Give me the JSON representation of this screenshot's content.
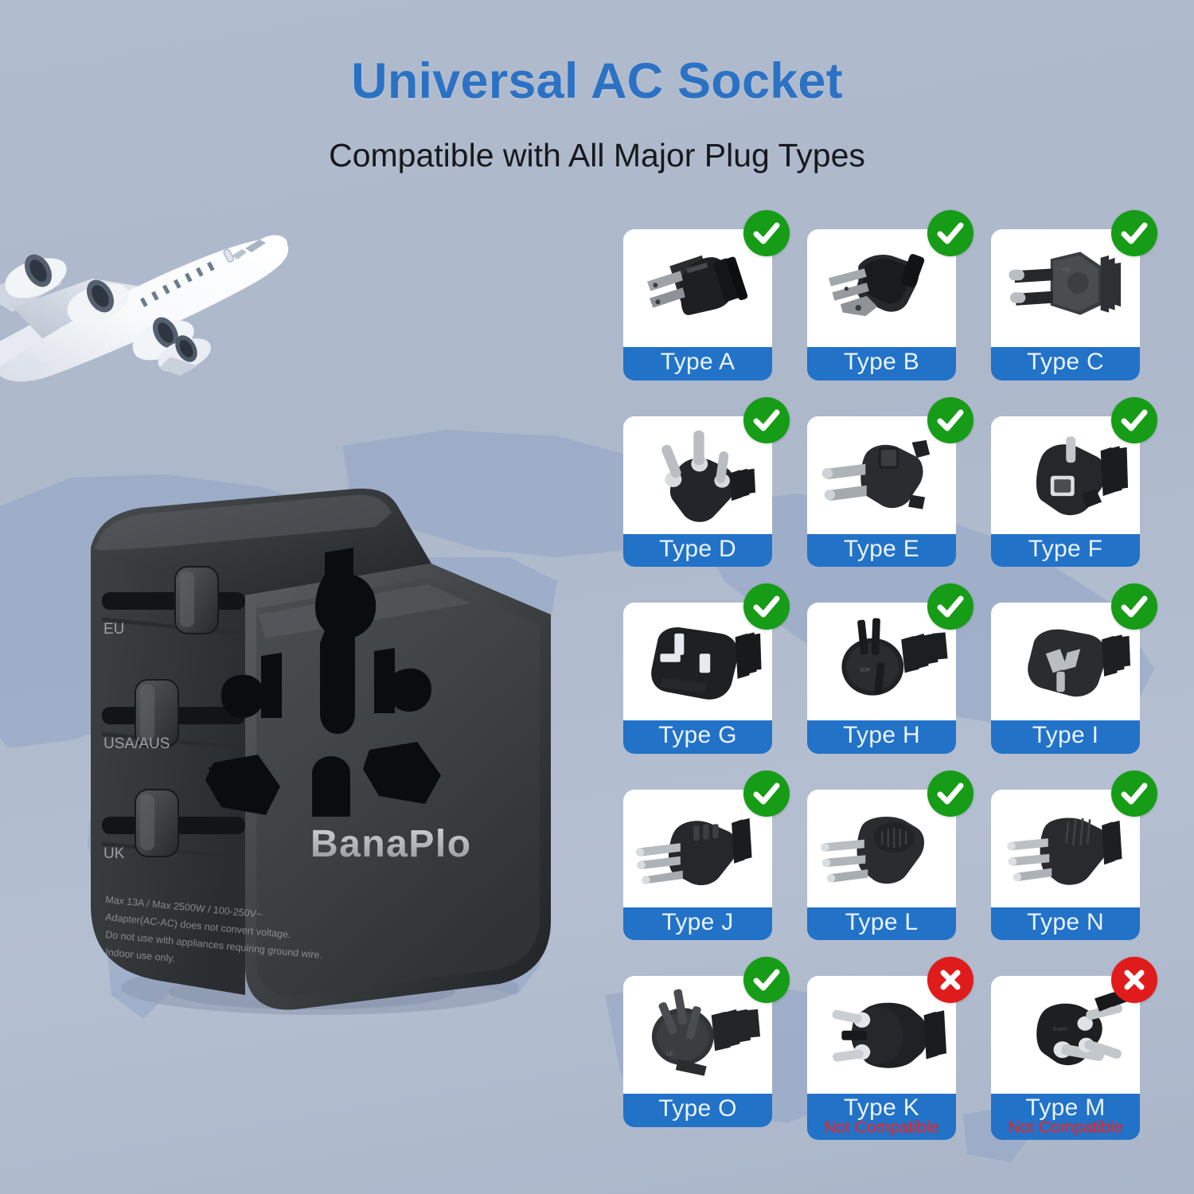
{
  "header": {
    "title": "Universal AC Socket",
    "subtitle": "Compatible with All Major Plug Types",
    "title_color": "#2c72c4",
    "subtitle_color": "#17191c"
  },
  "background": {
    "color": "#aeb9cc",
    "map_color": "#8fa3c6",
    "airplane": "airplane-icon"
  },
  "device": {
    "brand": "BanaPlo",
    "slider_labels": [
      "EU",
      "USA/AUS",
      "UK"
    ],
    "fine_print": [
      "Max 13A / Max 2500W / 100-250V~",
      "Adapter(AC-AC) does not convert voltage.",
      "Do not use with appliances requiring ground wire.",
      "Indoor use only."
    ]
  },
  "legend": {
    "compatible_color": "#169c16",
    "not_compatible_color": "#e01b1b",
    "label_bar_color": "#2272c8",
    "not_compatible_text": "Not Compatible"
  },
  "plug_grid": {
    "columns": 3,
    "rows": 5,
    "cards": [
      {
        "label": "Type A",
        "status": "compatible",
        "badge": "check-icon",
        "plug": "plug-type-a-icon"
      },
      {
        "label": "Type B",
        "status": "compatible",
        "badge": "check-icon",
        "plug": "plug-type-b-icon"
      },
      {
        "label": "Type C",
        "status": "compatible",
        "badge": "check-icon",
        "plug": "plug-type-c-icon"
      },
      {
        "label": "Type D",
        "status": "compatible",
        "badge": "check-icon",
        "plug": "plug-type-d-icon"
      },
      {
        "label": "Type E",
        "status": "compatible",
        "badge": "check-icon",
        "plug": "plug-type-e-icon"
      },
      {
        "label": "Type F",
        "status": "compatible",
        "badge": "check-icon",
        "plug": "plug-type-f-icon"
      },
      {
        "label": "Type G",
        "status": "compatible",
        "badge": "check-icon",
        "plug": "plug-type-g-icon"
      },
      {
        "label": "Type H",
        "status": "compatible",
        "badge": "check-icon",
        "plug": "plug-type-h-icon"
      },
      {
        "label": "Type I",
        "status": "compatible",
        "badge": "check-icon",
        "plug": "plug-type-i-icon"
      },
      {
        "label": "Type J",
        "status": "compatible",
        "badge": "check-icon",
        "plug": "plug-type-j-icon"
      },
      {
        "label": "Type L",
        "status": "compatible",
        "badge": "check-icon",
        "plug": "plug-type-l-icon"
      },
      {
        "label": "Type N",
        "status": "compatible",
        "badge": "check-icon",
        "plug": "plug-type-n-icon"
      },
      {
        "label": "Type O",
        "status": "compatible",
        "badge": "check-icon",
        "plug": "plug-type-o-icon"
      },
      {
        "label": "Type K",
        "status": "not_compatible",
        "badge": "x-icon",
        "note": "Not Compatible",
        "plug": "plug-type-k-icon"
      },
      {
        "label": "Type M",
        "status": "not_compatible",
        "badge": "x-icon",
        "note": "Not Compatible",
        "plug": "plug-type-m-icon"
      }
    ]
  }
}
